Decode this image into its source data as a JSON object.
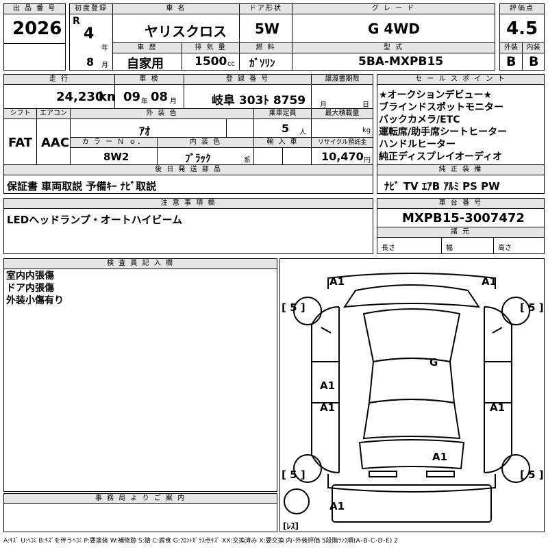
{
  "header": {
    "lot_no_label": "出 品 番 号",
    "lot_no": "2026",
    "first_reg_label": "初度登録",
    "era": "R",
    "reg_year": "4",
    "year_unit": "年",
    "reg_month": "8",
    "month_unit": "月",
    "car_name_label": "車 名",
    "car_name": "ヤリスクロス",
    "door_label": "ドア形状",
    "door": "5W",
    "grade_label": "グ レ ー ド",
    "grade": "G 4WD",
    "score_label": "評価点",
    "score": "4.5",
    "history_label": "車 歴",
    "history": "自家用",
    "displacement_label": "排 気 量",
    "displacement": "1500",
    "displacement_unit": "cc",
    "fuel_label": "燃 料",
    "fuel": "ｶﾞｿﾘﾝ",
    "model_label": "型 式",
    "model": "5BA-MXPB15",
    "exterior_label": "外装",
    "exterior": "B",
    "interior_label": "内装",
    "interior": "B"
  },
  "row2": {
    "mileage_label": "走 行",
    "mileage": "24,230",
    "mileage_unit": "km",
    "inspection_label": "車 検",
    "insp_year": "09",
    "insp_year_unit": "年",
    "insp_month": "08",
    "insp_month_unit": "月",
    "plate_label": "登 録 番 号",
    "plate": "岐阜 303ﾄ 8759",
    "transfer_label": "譲渡書期限",
    "transfer_month": "月",
    "transfer_day": "日",
    "shift_label": "シフト",
    "shift": "FAT",
    "ac_label": "エアコン",
    "ac": "AAC",
    "ext_color_label": "外 装 色",
    "ext_color": "ｱｵ",
    "capacity_label": "乗車定員",
    "capacity": "5",
    "capacity_unit": "人",
    "max_load_label": "最大積載量",
    "max_load_unit": "kg",
    "color_no_label": "カ ラ ー Ｎ ｏ．",
    "color_no": "8W2",
    "int_color_label": "内 装 色",
    "int_color": "ﾌﾞﾗｯｸ",
    "int_color_unit": "系",
    "import_label": "輸 入 車",
    "recycle_label": "リサイクル預託金",
    "recycle": "10,470",
    "recycle_unit": "円"
  },
  "sales_points": {
    "label": "セ ー ル ス ポ イ ン ト",
    "items": [
      "★オークションデビュー★",
      "ブラインドスポットモニター",
      "バックカメラ/ETC",
      "運転席/助手席シートヒーター",
      "ハンドルヒーター",
      "純正ディスプレイオーディオ"
    ]
  },
  "later_parts": {
    "label": "後 日 発 送 部 品",
    "text": "保証書 車両取説 予備ｷｰ ﾅﾋﾞ取説"
  },
  "equipment": {
    "label": "純 正 装 備",
    "text": "ﾅﾋﾞ TV ｴｱB ｱﾙﾐ PS PW"
  },
  "notes": {
    "label": "注 意 事 項 欄",
    "text": "LEDヘッドランプ・オートハイビーム"
  },
  "chassis": {
    "label": "車 台 番 号",
    "number": "MXPB15-3007472",
    "spec_label": "諸 元",
    "length_label": "長さ",
    "width_label": "幅",
    "height_label": "高さ"
  },
  "inspector": {
    "label": "検 査 員 記 入 欄",
    "items": [
      "室内内張傷",
      "ドア内張傷",
      "外装小傷有り"
    ]
  },
  "office": {
    "label": "事 務 局 よ り ご 案 内"
  },
  "diagram": {
    "marks": {
      "fl": "A1",
      "fr": "A1",
      "mid_left_1": "A1",
      "mid_left_2": "A1",
      "mid_right": "A1",
      "roof": "G",
      "rear": "A1",
      "bottom_left": "A1"
    },
    "tire_marks": [
      "[ 5 ]",
      "[ 5 ]",
      "[ 5 ]",
      "[ 5 ]"
    ],
    "spare_label": "[ﾚｽ]"
  },
  "legend": "A:ｷｽﾞ U:ﾍｺﾐ B:ｷｽﾞを伴うﾍｺﾐ P:要塗装 W:補修跡 S:錆 C:腐食 G:ﾌﾛﾝﾄｶﾞﾗｽ点ｷｽﾞ XX:交換済み X:要交換 内･外装評価 5段階ﾗﾝｸ順(A･B･C･D･E) 2"
}
